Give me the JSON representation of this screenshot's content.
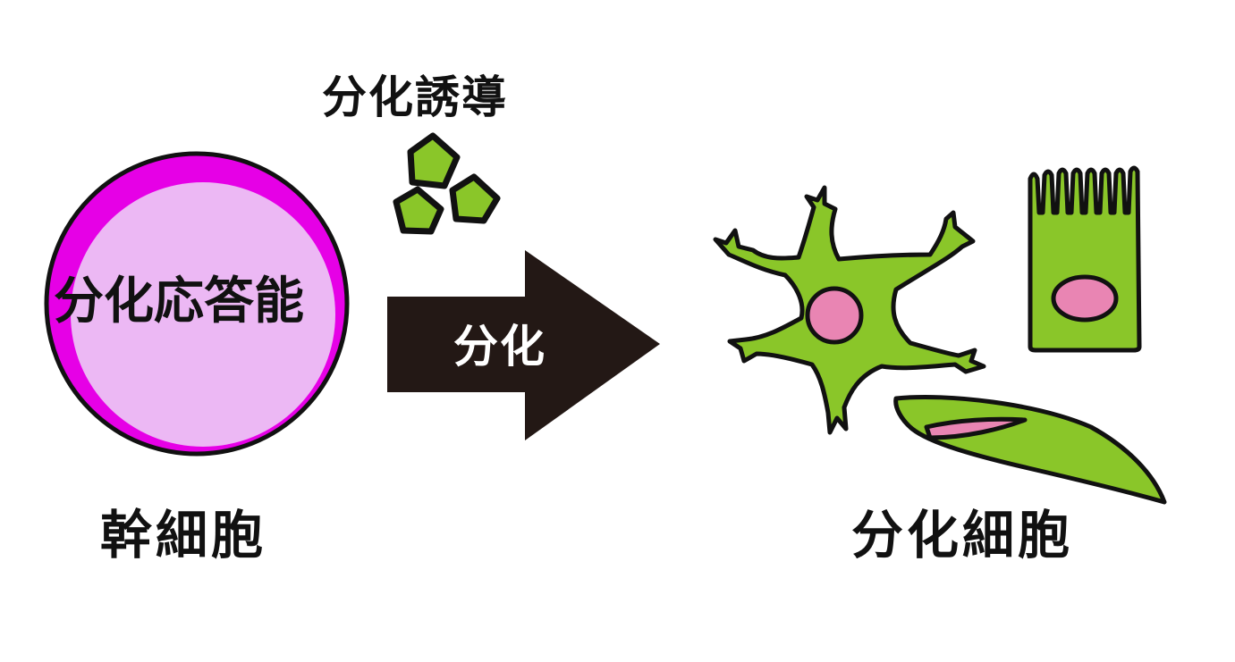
{
  "labels": {
    "inducer": "分化誘導",
    "potency": "分化応答能",
    "arrow": "分化",
    "stem_cell": "幹細胞",
    "differentiated_cells": "分化細胞"
  },
  "colors": {
    "stem_outer": "#e600e6",
    "stem_inner": "#ecb8f4",
    "cell_green": "#8ac629",
    "nucleus_pink": "#e985b3",
    "arrow": "#231815",
    "outline": "#111111"
  },
  "icons": {
    "inducer": "pentagon",
    "neuron": "neuron-cell",
    "epithelial": "columnar-epithelial-cell",
    "muscle": "spindle-muscle-cell"
  }
}
